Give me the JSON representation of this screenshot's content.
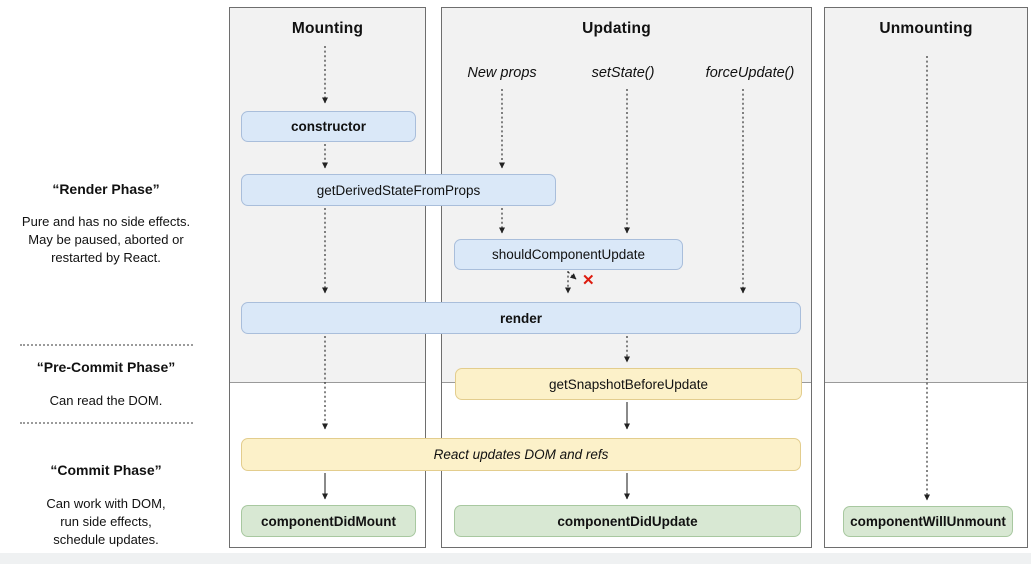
{
  "columns": [
    {
      "title": "Mounting"
    },
    {
      "title": "Updating"
    },
    {
      "title": "Unmounting"
    }
  ],
  "triggers": [
    {
      "label": "New props"
    },
    {
      "label": "setState()"
    },
    {
      "label": "forceUpdate()"
    }
  ],
  "phases": [
    {
      "title": "“Render Phase”",
      "description": "Pure and has no side effects.\nMay be paused, aborted or\nrestarted by React."
    },
    {
      "title": "“Pre-Commit Phase”",
      "description": "Can read the DOM."
    },
    {
      "title": "“Commit Phase”",
      "description": "Can work with DOM,\nrun side effects,\nschedule updates."
    }
  ],
  "nodes": {
    "constructor": "constructor",
    "getDerivedStateFromProps": "getDerivedStateFromProps",
    "shouldComponentUpdate": "shouldComponentUpdate",
    "render": "render",
    "getSnapshotBeforeUpdate": "getSnapshotBeforeUpdate",
    "reactUpdates": "React updates DOM and refs",
    "componentDidMount": "componentDidMount",
    "componentDidUpdate": "componentDidUpdate",
    "componentWillUnmount": "componentWillUnmount"
  },
  "icons": {
    "stop_x": "✕"
  },
  "colors": {
    "blue_fill": "#dae8f8",
    "blue_border": "#a9bedb",
    "yellow_fill": "#fcf1c9",
    "yellow_border": "#e3cd8d",
    "green_fill": "#d8e8d3",
    "green_border": "#a8c8a0",
    "column_bg_gray": "#f2f2f2",
    "column_border": "#6e6e6e",
    "stop_x_red": "#dd1b0e"
  }
}
